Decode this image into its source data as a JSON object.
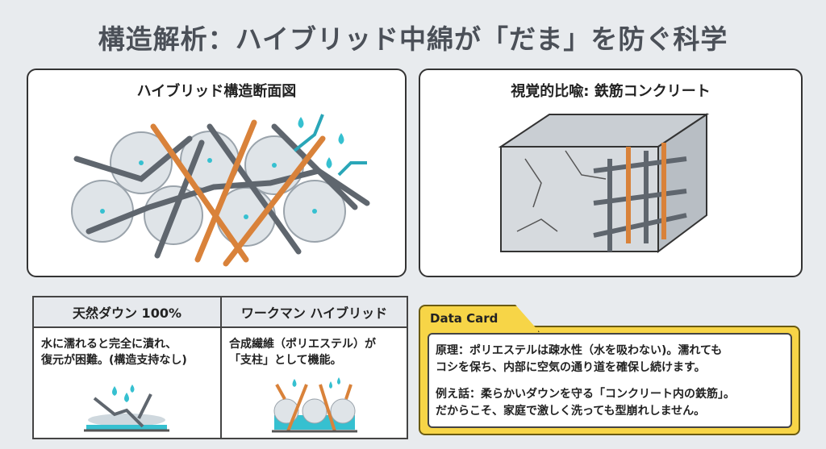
{
  "title": "構造解析：ハイブリッド中綿が「だま」を防ぐ科学",
  "left_panel": {
    "title": "ハイブリッド構造断面図"
  },
  "right_panel": {
    "title": "視覚的比喩: 鉄筋コンクリート"
  },
  "comparison": {
    "headers": [
      "天然ダウン 100%",
      "ワークマン ハイブリッド"
    ],
    "cells": [
      [
        "水に濡れると完全に潰れ、",
        "復元が困難。(構造支持なし)"
      ],
      [
        "合成繊維（ポリエステル）が",
        "「支柱」として機能。"
      ]
    ]
  },
  "data_card": {
    "label": "Data Card",
    "lines": [
      "原理：ポリエステルは疎水性（水を吸わない)。濡れても",
      "コシを保ち、内部に空気の通り道を確保し続けます。",
      "例え話：柔らかいダウンを守る「コンクリート内の鉄筋」。",
      "だからこそ、家庭で激しく洗っても型崩れしません。"
    ]
  },
  "colors": {
    "orange": "#d9823a",
    "steel": "#5f666e",
    "water": "#36c0d0",
    "card": "#f7d547"
  }
}
